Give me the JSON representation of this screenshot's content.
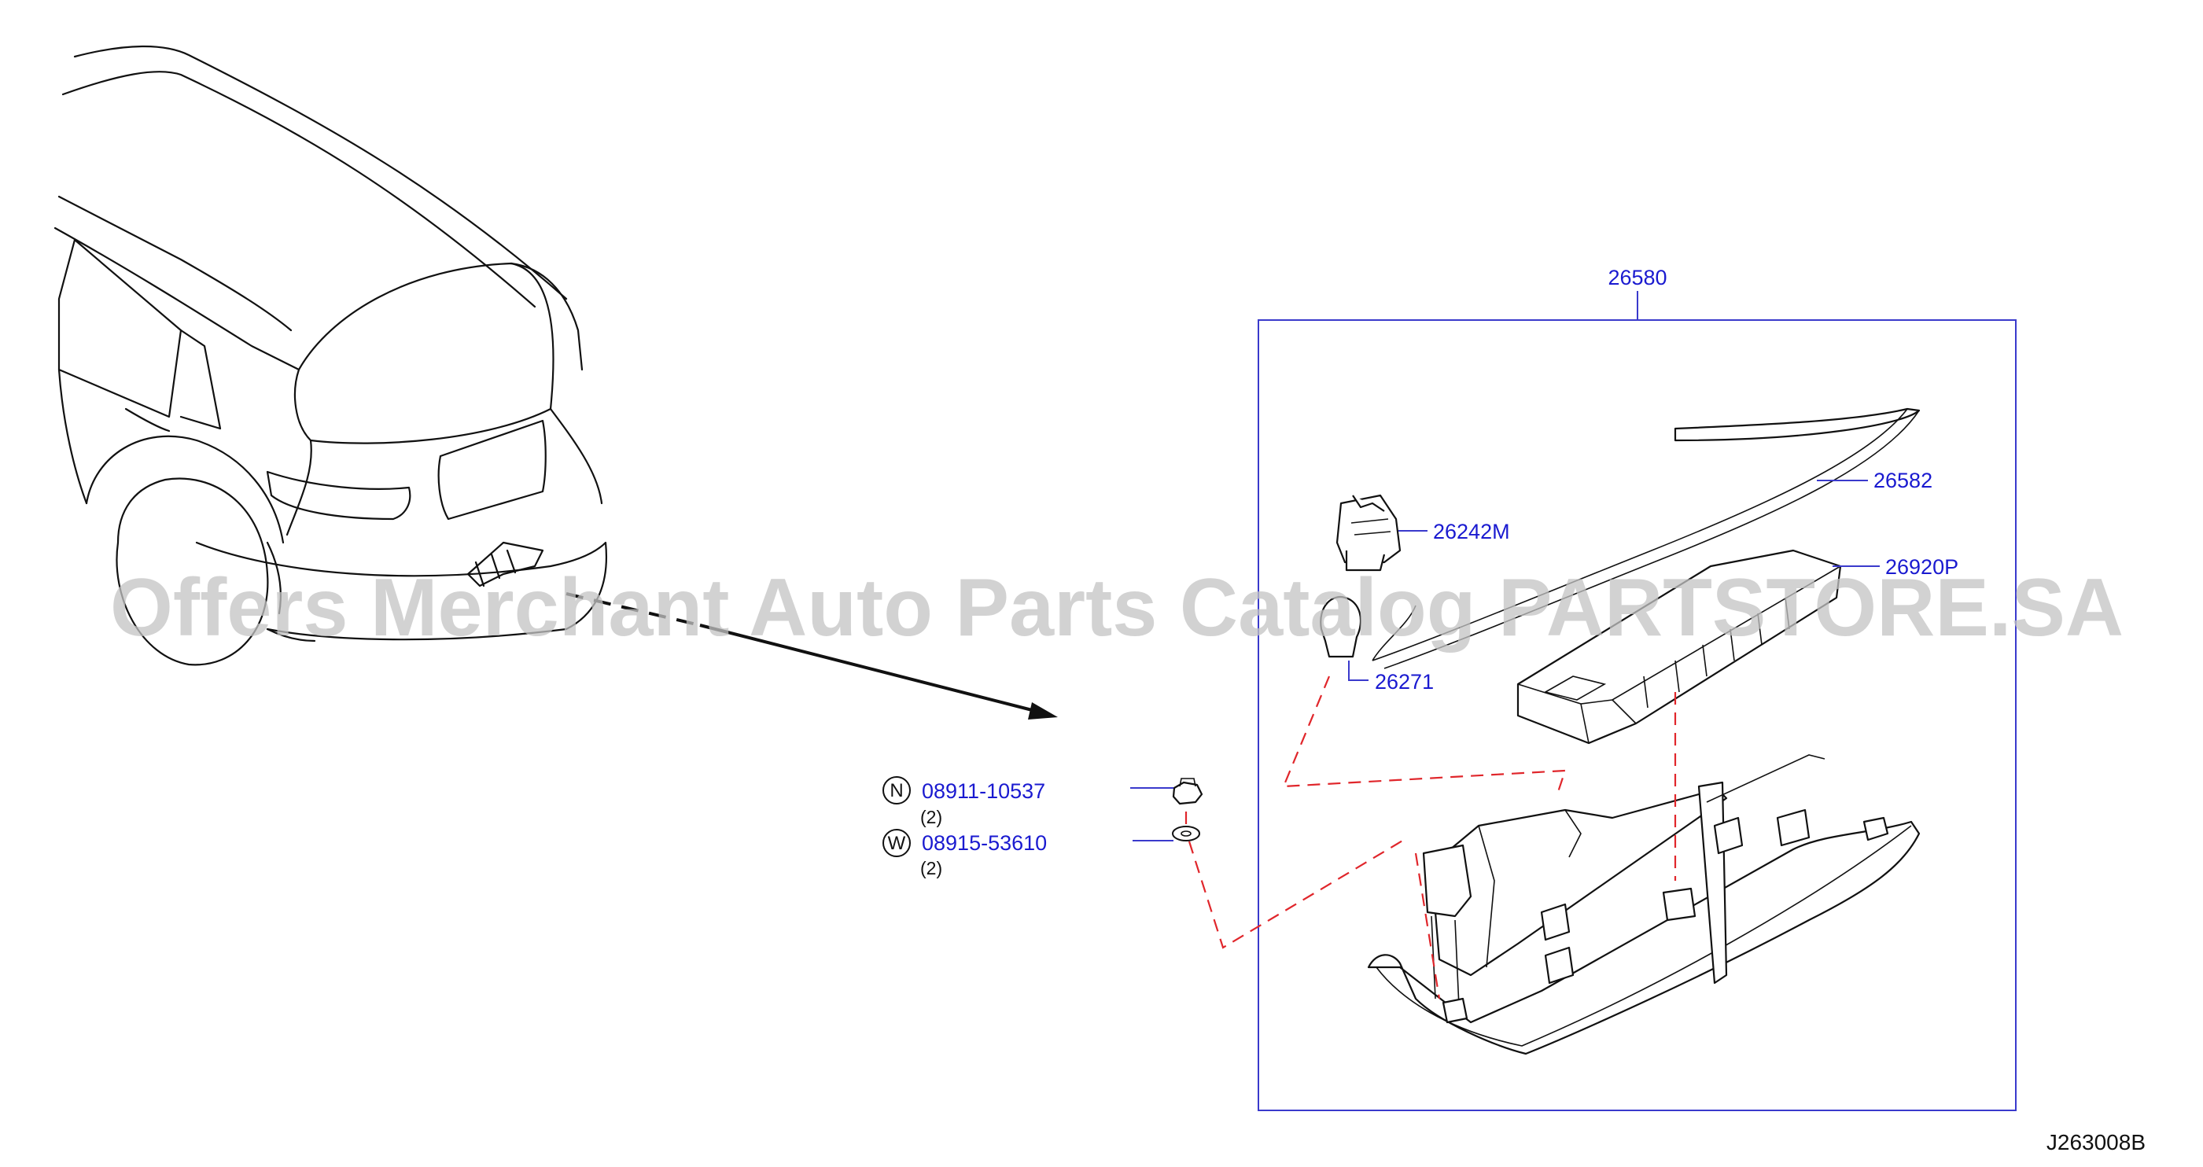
{
  "assembly": {
    "part_number": "26580"
  },
  "callouts": [
    {
      "id": "26582",
      "label": "26582"
    },
    {
      "id": "26242M",
      "label": "26242M"
    },
    {
      "id": "26920P",
      "label": "26920P"
    },
    {
      "id": "26271",
      "label": "26271"
    }
  ],
  "fasteners": [
    {
      "symbol": "N",
      "part_number": "08911-10537",
      "quantity": "(2)"
    },
    {
      "symbol": "W",
      "part_number": "08915-53610",
      "quantity": "(2)"
    }
  ],
  "figure_ref": "J263008B",
  "watermark": "Offers Merchant Auto Parts Catalog PARTSTORE.SA",
  "colors": {
    "label": "#1a1ad0",
    "leader": "#3a3acc",
    "dashed_guide": "#e0262b",
    "watermark": "#c4c4c4"
  }
}
